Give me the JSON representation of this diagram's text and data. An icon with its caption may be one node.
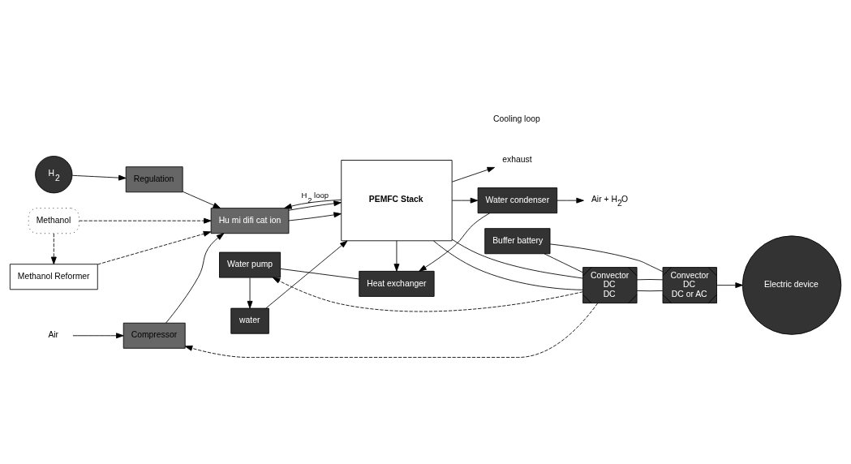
{
  "diagram": {
    "nodes": [
      {
        "text": [
          "H$_{2}$"
        ]
      },
      {
        "text": [
          "Methanol Reformer"
        ]
      },
      {
        "text": [
          "Methanol"
        ]
      },
      {
        "text": [
          "Regulation"
        ]
      },
      {
        "text": [
          "Hu mi difi cat ion"
        ]
      },
      {
        "text": [
          "water"
        ]
      },
      {
        "text": [
          "Compressor"
        ]
      },
      {
        "text": [
          "Air"
        ]
      },
      {
        "text": [
          "PEMFC Stack"
        ]
      },
      {
        "text": [
          "exhaust"
        ]
      },
      {
        "text": [
          "Convector",
          "DC",
          "DC"
        ]
      },
      {
        "text": [
          "Buffer battery"
        ]
      },
      {
        "text": [
          "Convector",
          "DC",
          "DC or AC"
        ]
      },
      {
        "text": [
          "Electric device"
        ]
      },
      {
        "text": [
          "Water condenser"
        ]
      },
      {
        "text": [
          "Heat exchanger"
        ]
      },
      {
        "text": [
          "Water pump"
        ]
      },
      {
        "text": [
          "Air + H$_{2}$O"
        ]
      }
    ],
    "edges": [
      {
        "from": 0,
        "to": 3,
        "arrow": "to"
      },
      {
        "from": 2,
        "to": 1,
        "arrow": "to",
        "style": "dashed"
      },
      {
        "from": 1,
        "to": 4,
        "arrow": "to",
        "style": "dashed"
      },
      {
        "from": 2,
        "to": 4,
        "arrow": "to",
        "style": "dashed"
      },
      {
        "from": 3,
        "to": 4,
        "arrow": "to"
      },
      {
        "from": 8,
        "to": 4,
        "arrow": "to",
        "label": "H$_{2}$ loop"
      },
      {
        "from": 8,
        "to": 9,
        "arrow": "to"
      },
      {
        "from": 7,
        "to": 6,
        "arrow": "to"
      },
      {
        "from": 6,
        "to": 4,
        "arrow": "to"
      },
      {
        "from": 4,
        "to": 8,
        "arrow": "to"
      },
      {
        "from": 4,
        "to": 8,
        "arrow": "to"
      },
      {
        "from": 5,
        "to": 8,
        "arrow": "to"
      },
      {
        "from": 8,
        "to": 10,
        "arrow": "none"
      },
      {
        "from": 8,
        "to": 10,
        "arrow": "none"
      },
      {
        "from": 10,
        "to": 12,
        "arrow": "none"
      },
      {
        "from": 10,
        "to": 12,
        "arrow": "none"
      },
      {
        "from": 11,
        "to": 10,
        "arrow": "none"
      },
      {
        "from": 11,
        "to": 12,
        "arrow": "none"
      },
      {
        "from": 12,
        "to": 13,
        "arrow": "to"
      },
      {
        "from": 8,
        "to": 14,
        "arrow": "to"
      },
      {
        "from": 8,
        "to": 15,
        "arrow": "to"
      },
      {
        "from": 14,
        "to": 15,
        "arrow": "to"
      },
      {
        "from": 14,
        "to": 17,
        "arrow": "to"
      },
      {
        "from": 15,
        "to": 16,
        "arrow": "none"
      },
      {
        "from": 16,
        "to": 5,
        "arrow": "to"
      },
      {
        "from": 10,
        "to": 6,
        "arrow": "to",
        "style": "dashed"
      },
      {
        "from": 10,
        "to": 16,
        "arrow": "to",
        "style": "dashed"
      }
    ],
    "labels": [
      "Cooling loop"
    ]
  }
}
